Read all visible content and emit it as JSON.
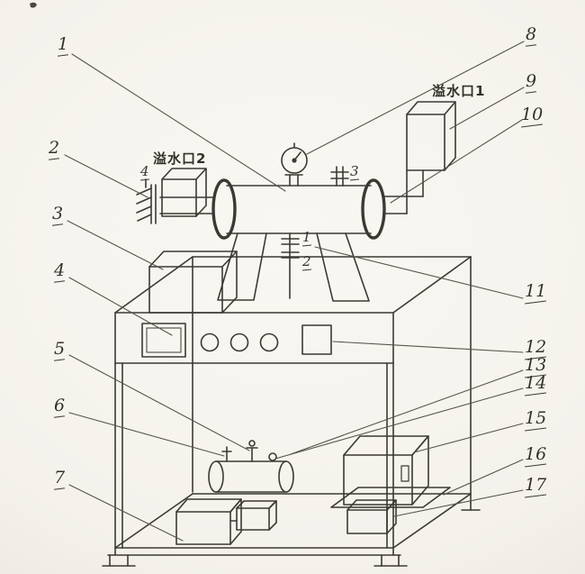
{
  "colors": {
    "paper": "#f5f3ed",
    "ink": "#3c3933"
  },
  "figure": {
    "callouts": {
      "c1": "1",
      "c2": "2",
      "c3": "3",
      "c4": "4",
      "c5": "5",
      "c6": "6",
      "c7": "7",
      "c8": "8",
      "c9": "9",
      "c10": "10",
      "c11": "11",
      "c12": "12",
      "c13": "13",
      "c14": "14",
      "c15": "15",
      "c16": "16",
      "c17": "17"
    },
    "labels": {
      "overflow_port_1": "溢水口1",
      "overflow_port_2": "溢水口2"
    },
    "part_marks": {
      "left_inlet_valve": "4",
      "vessel_top_fitting": "3",
      "drain_mark_upper": "1",
      "drain_mark_lower": "2"
    }
  }
}
